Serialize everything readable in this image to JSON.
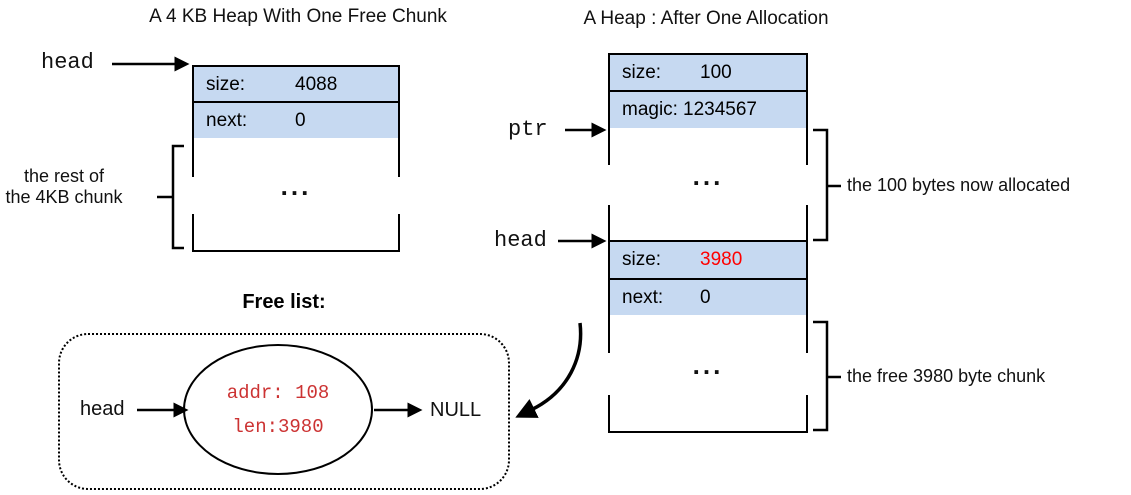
{
  "left_heap": {
    "title": "A 4 KB Heap With One Free Chunk",
    "head_label": "head",
    "rows": [
      {
        "label": "size:",
        "value": "4088"
      },
      {
        "label": "next:",
        "value": "0"
      }
    ],
    "ellipsis": "...",
    "note_line1": "the rest of",
    "note_line2": "the 4KB chunk"
  },
  "right_heap": {
    "title": "A Heap : After One Allocation",
    "ptr_label": "ptr",
    "head_label": "head",
    "alloc_rows": [
      {
        "label": "size:",
        "value": "100"
      },
      {
        "label": "magic:",
        "value": "1234567"
      }
    ],
    "alloc_ellipsis": "...",
    "alloc_note": "the 100 bytes now allocated",
    "free_rows": [
      {
        "label": "size:",
        "value": "3980"
      },
      {
        "label": "next:",
        "value": "0"
      }
    ],
    "free_ellipsis": "...",
    "free_note": "the free 3980 byte chunk"
  },
  "free_list": {
    "title": "Free list:",
    "head_label": "head",
    "node_line1": "addr: 108",
    "node_line2": "len:3980",
    "null_label": "NULL"
  },
  "colors": {
    "row_fill": "#c6d9f1",
    "highlight_red": "#ff0000",
    "node_text_red": "#cc3333",
    "line_color": "#000000"
  }
}
